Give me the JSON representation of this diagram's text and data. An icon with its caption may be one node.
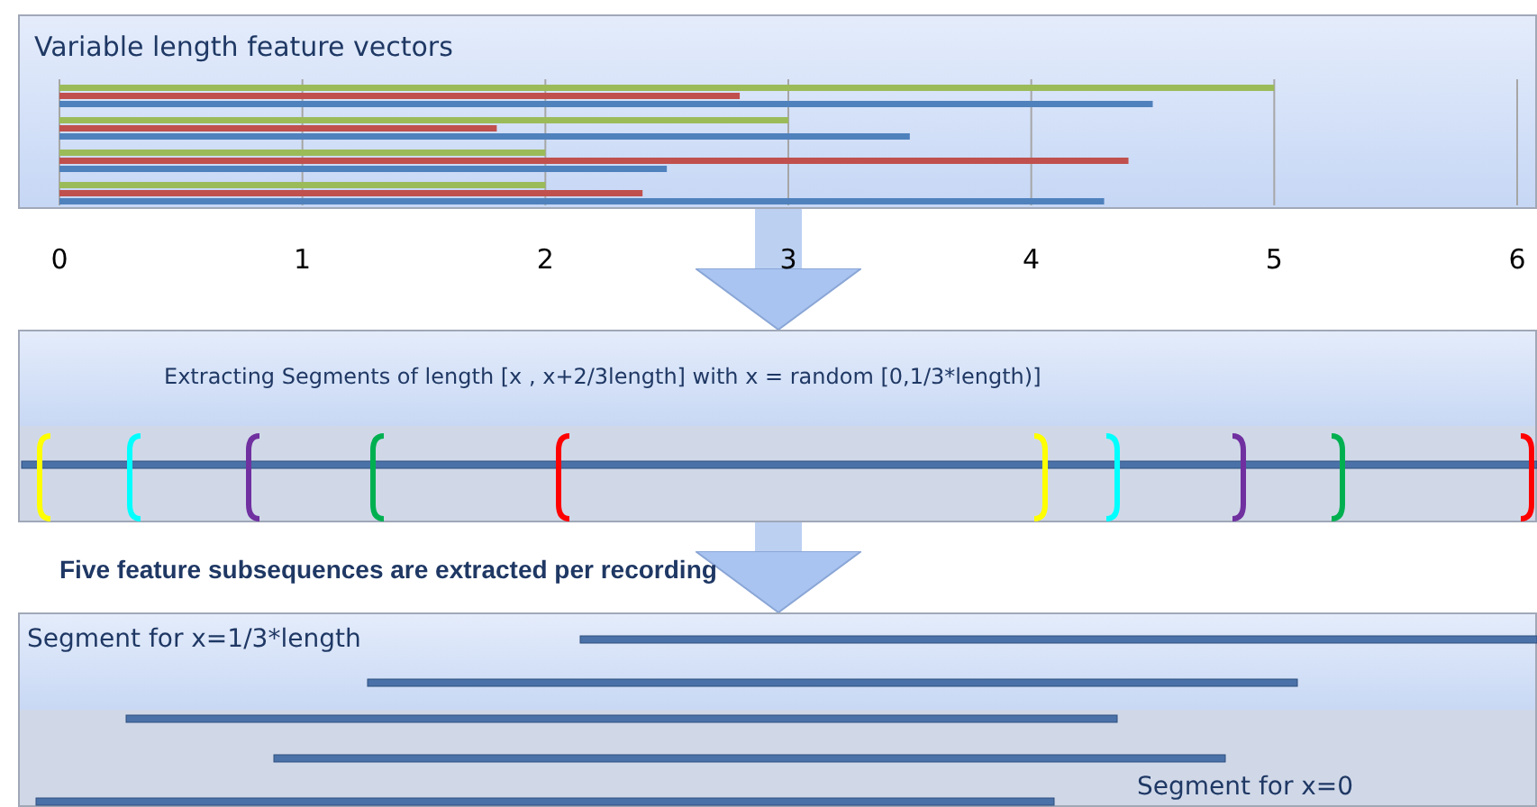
{
  "diagram": {
    "nodes": [
      {
        "text": [
          "Variable length feature vectors"
        ]
      },
      {
        "text": [
          "Extracting Segments of length [x , x+2/3length] with x = random [0,1/3*length)]"
        ]
      },
      {
        "text": [
          "Segment for x=1/3*length",
          "Segment for x=0"
        ]
      }
    ],
    "edges": [
      {
        "from": 0,
        "to": 1,
        "arrow": "to"
      },
      {
        "from": 1,
        "to": 2,
        "arrow": "to"
      }
    ],
    "labels": [
      "Five feature subsequences are extracted per recording"
    ],
    "chart_data": {
      "type": "bar",
      "orientation": "horizontal",
      "categories": [
        null,
        null,
        null,
        null
      ],
      "xticks": [
        0,
        1,
        2,
        3,
        4,
        5,
        6
      ],
      "xlim": [
        0,
        6
      ],
      "grid": true,
      "series": [
        {
          "color": "#9bbb59",
          "values": [
            5,
            3,
            2,
            2
          ]
        },
        {
          "color": "#c0504d",
          "values": [
            2.8,
            1.8,
            4.4,
            2.4
          ]
        },
        {
          "color": "#4f81bd",
          "values": [
            4.5,
            3.5,
            2.5,
            4.3
          ]
        }
      ]
    }
  }
}
